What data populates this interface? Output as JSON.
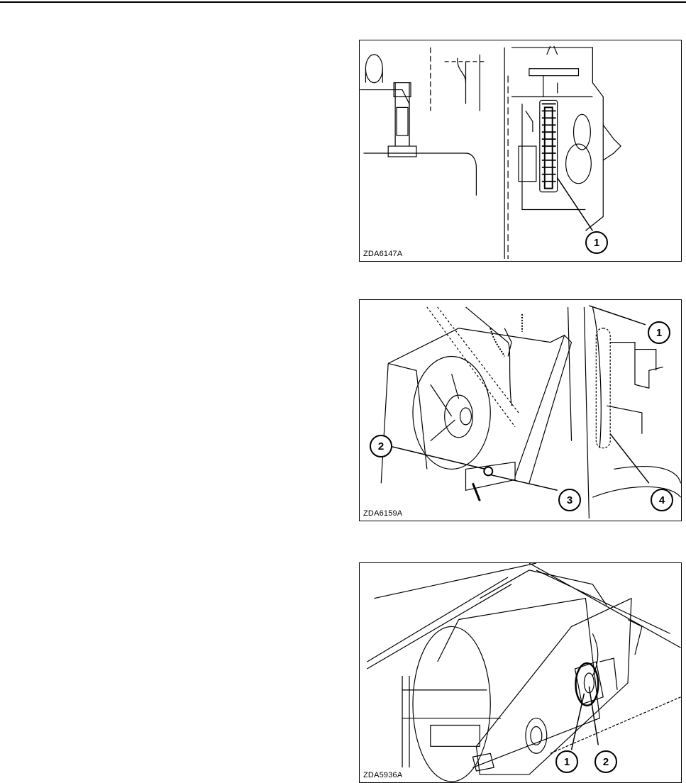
{
  "figures": [
    {
      "id": "ZDA6147A",
      "callouts": [
        "1"
      ]
    },
    {
      "id": "ZDA6159A",
      "callouts": [
        "1",
        "2",
        "3",
        "4"
      ]
    },
    {
      "id": "ZDA5936A",
      "callouts": [
        "1",
        "2"
      ]
    }
  ]
}
